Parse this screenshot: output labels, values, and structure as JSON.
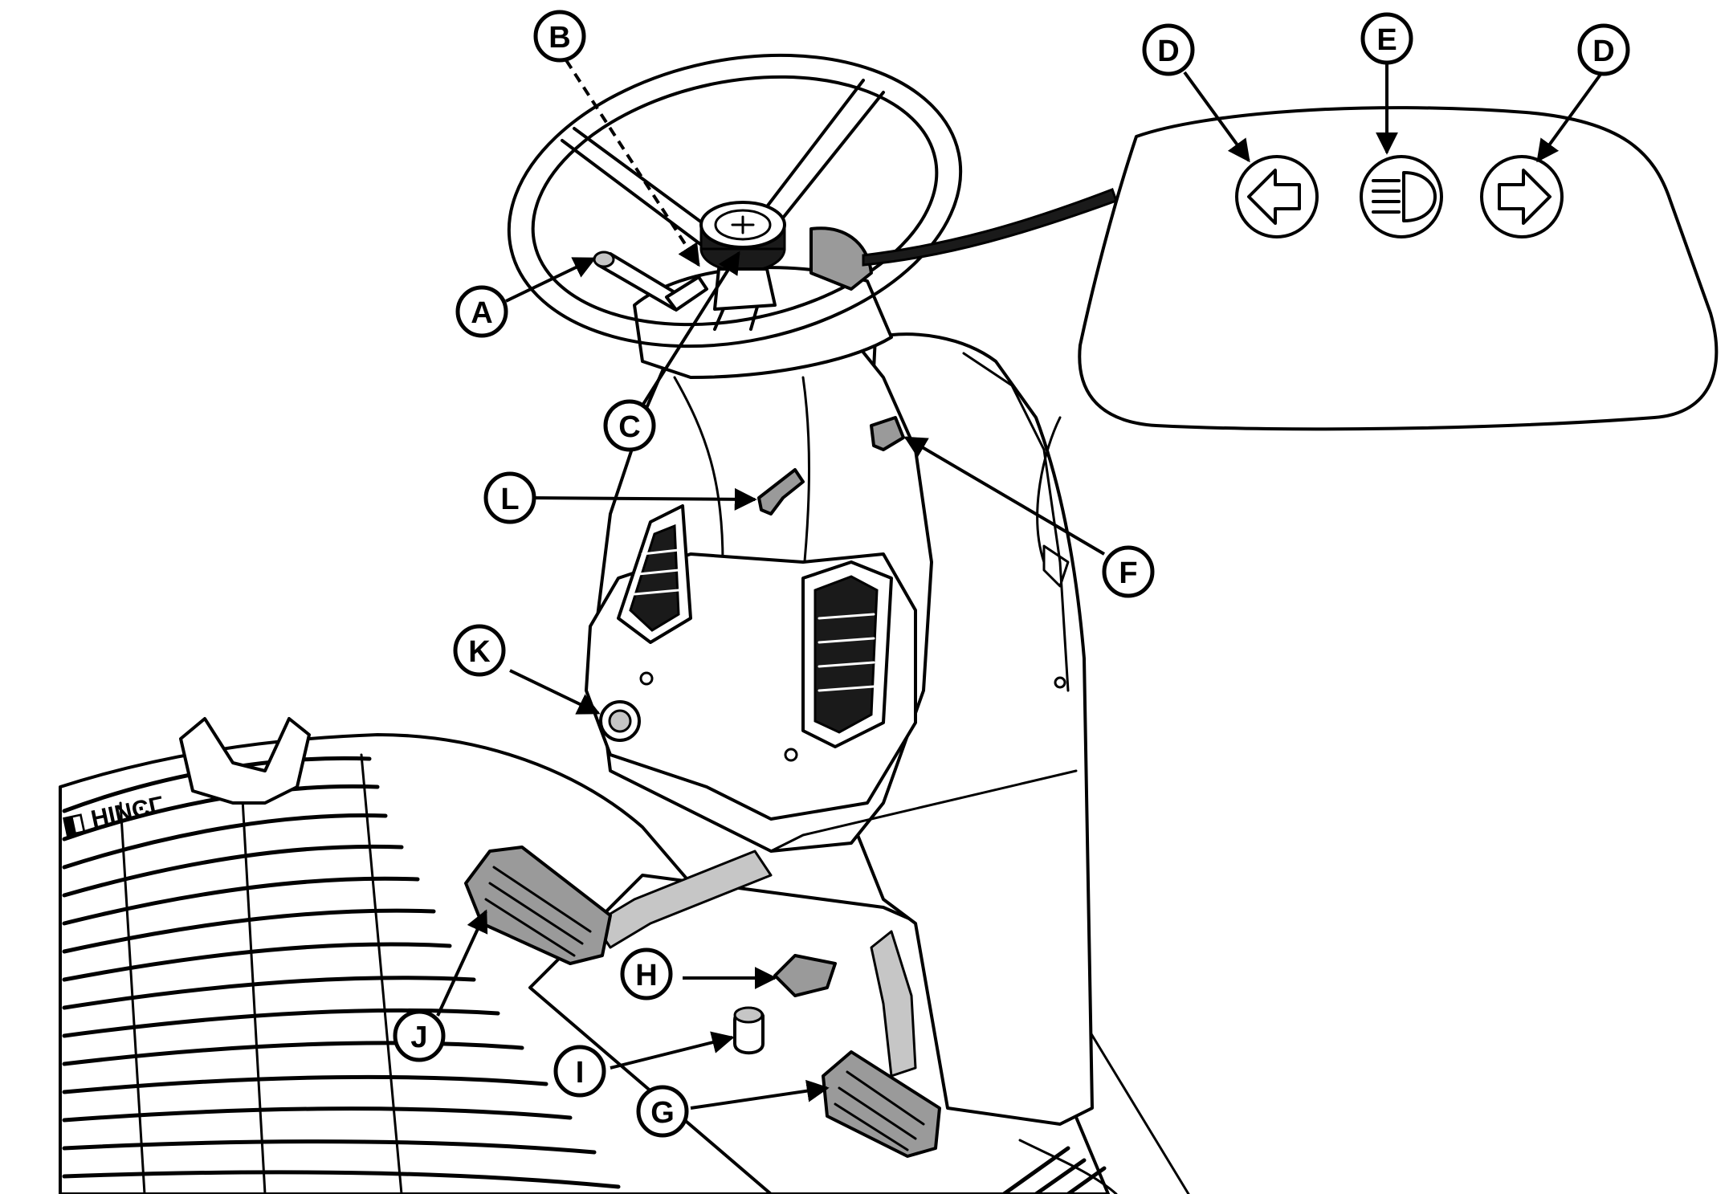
{
  "callouts": {
    "A": "A",
    "B": "B",
    "C": "C",
    "D_left": "D",
    "E": "E",
    "D_right": "D",
    "F": "F",
    "G": "G",
    "H": "H",
    "I": "I",
    "J": "J",
    "K": "K",
    "L": "L"
  },
  "icons": {
    "inset_left": "turn-signal-left-icon",
    "inset_center": "headlight-icon",
    "inset_right": "turn-signal-right-icon"
  },
  "colors": {
    "line": "#000000",
    "background": "#ffffff",
    "shade_dark": "#9a9a9a",
    "shade_light": "#c6c6c6"
  }
}
